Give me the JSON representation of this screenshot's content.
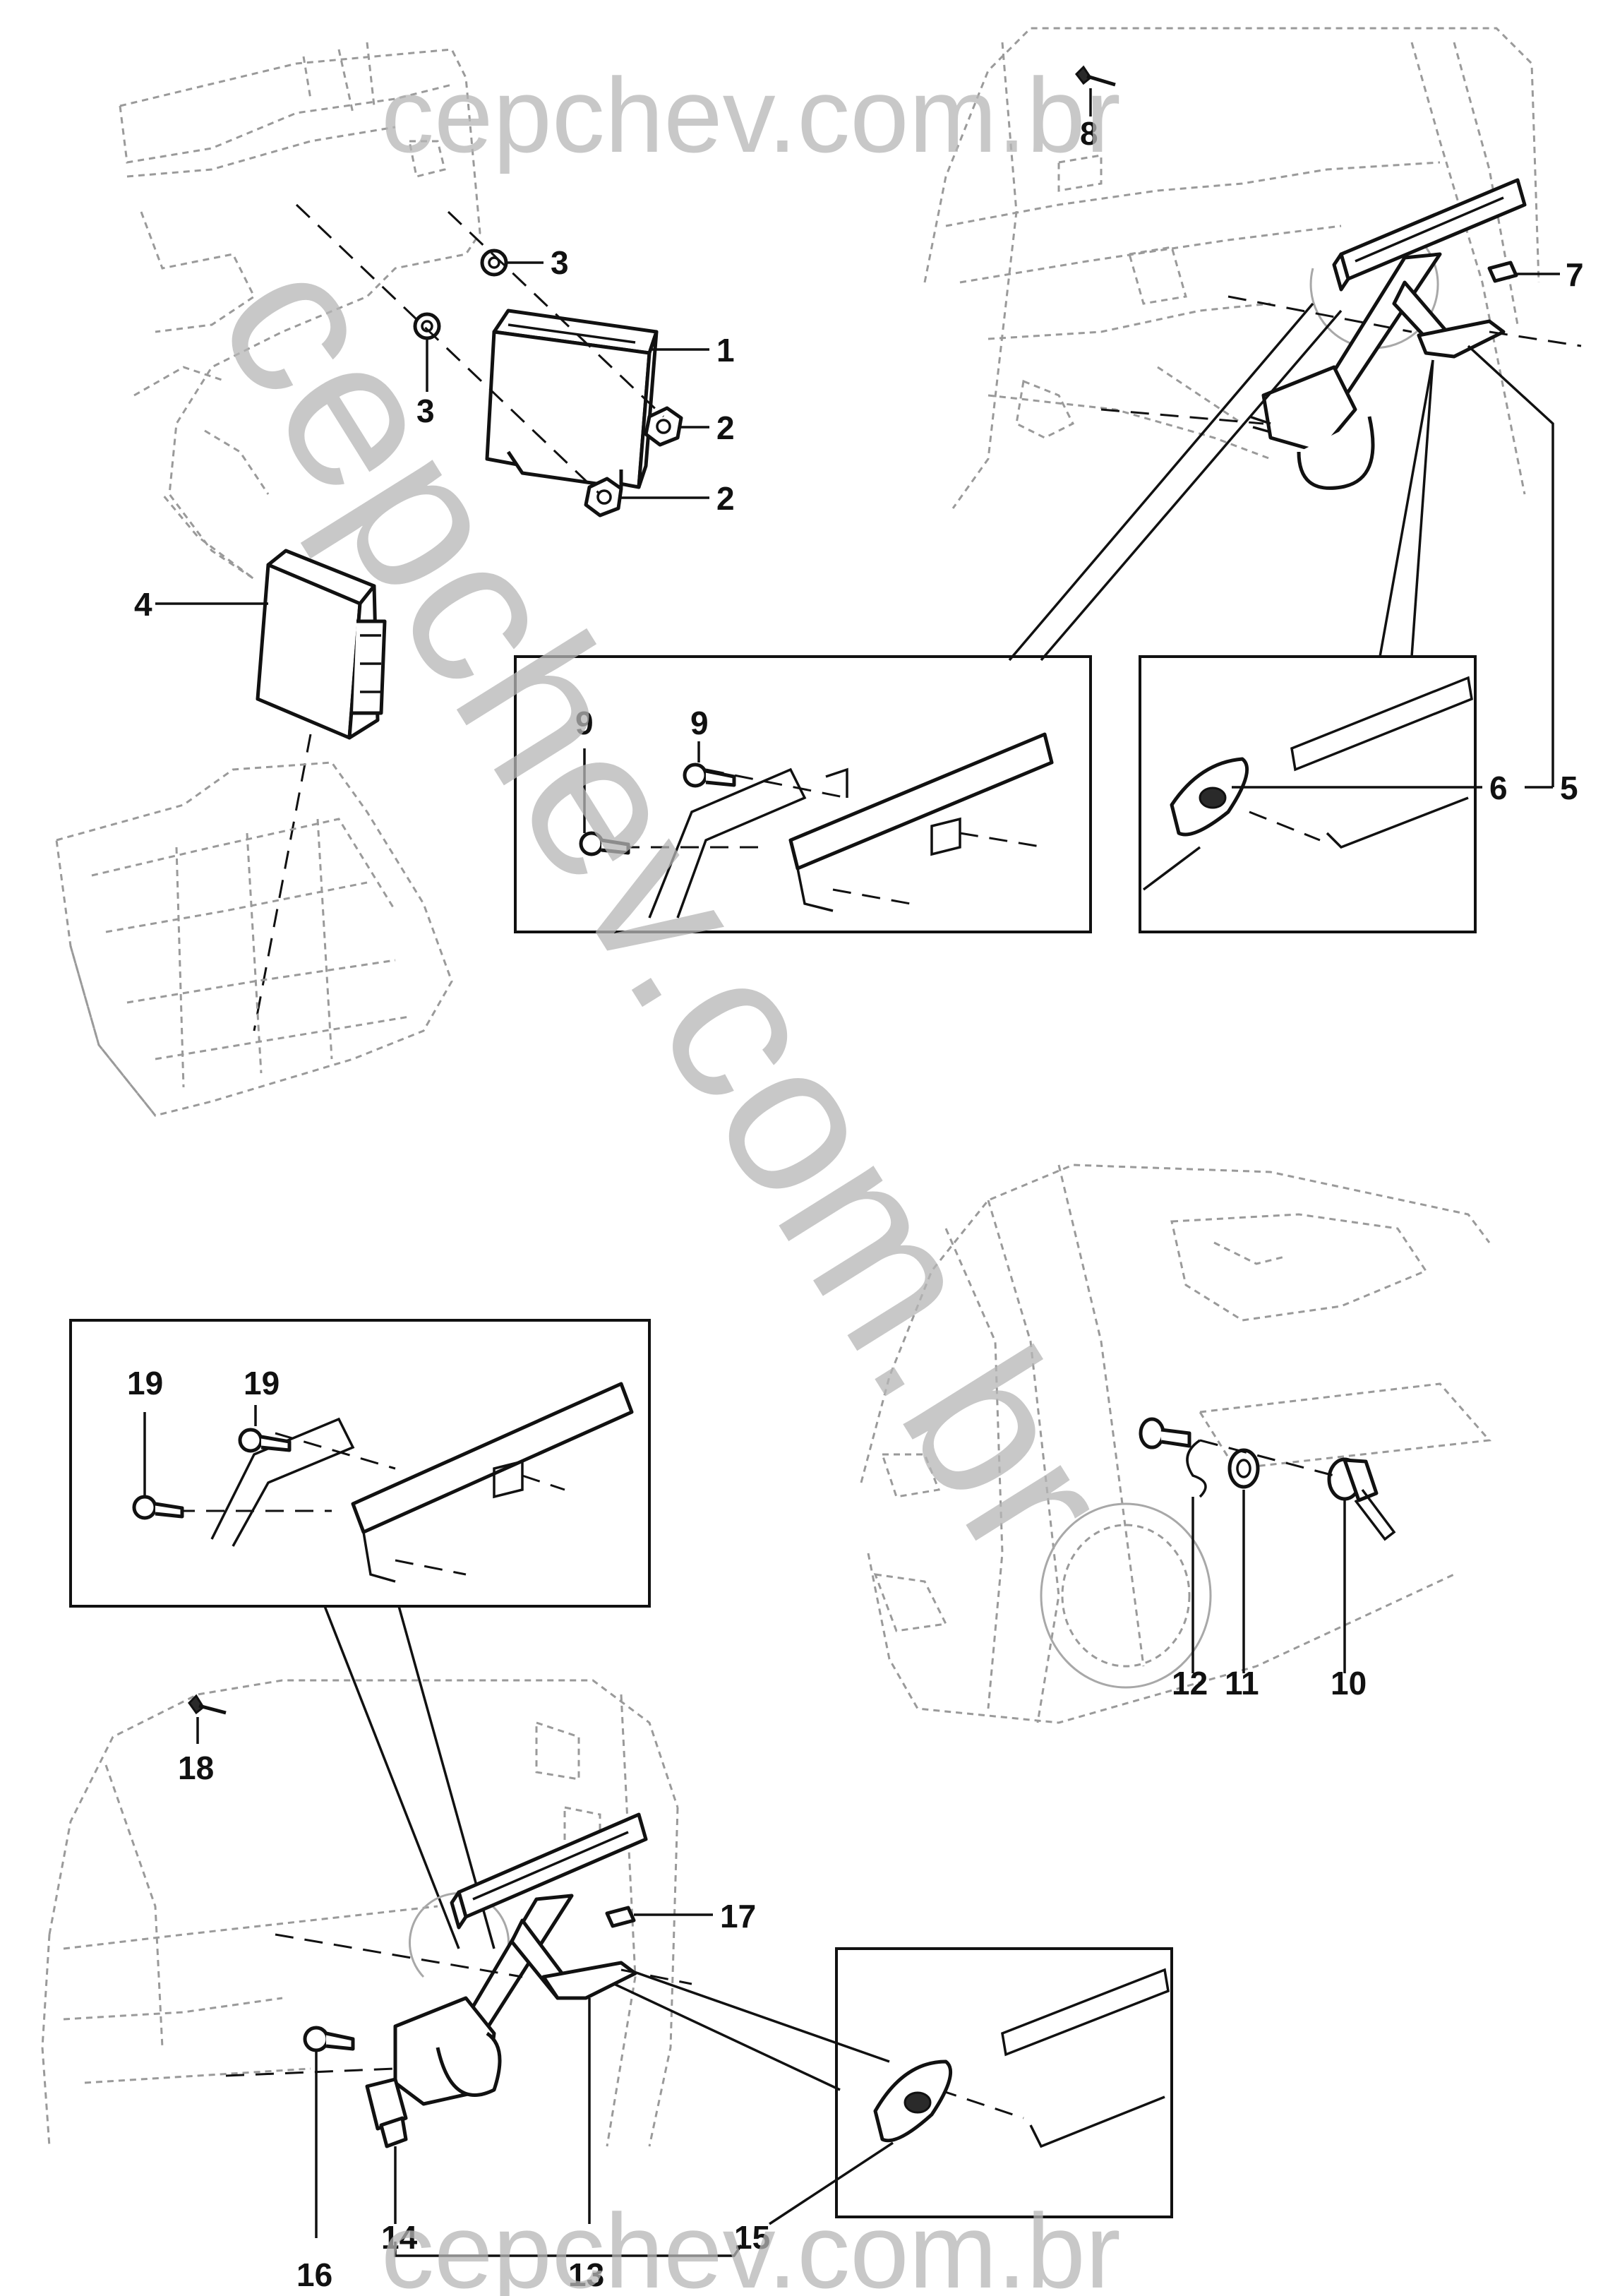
{
  "diagram": {
    "callouts": {
      "c1": "1",
      "c2a": "2",
      "c2b": "2",
      "c3a": "3",
      "c3b": "3",
      "c4": "4",
      "c5": "5",
      "c6": "6",
      "c7": "7",
      "c8": "8",
      "c9a": "9",
      "c9b": "9",
      "c10": "10",
      "c11": "11",
      "c12": "12",
      "c13": "13",
      "c14": "14",
      "c15": "15",
      "c16": "16",
      "c17": "17",
      "c18": "18",
      "c19a": "19",
      "c19b": "19"
    },
    "watermarks": {
      "top": "cepchev.com.br",
      "diagonal": "cepchev.com.br",
      "bottom": "cepchev.com.br"
    }
  }
}
